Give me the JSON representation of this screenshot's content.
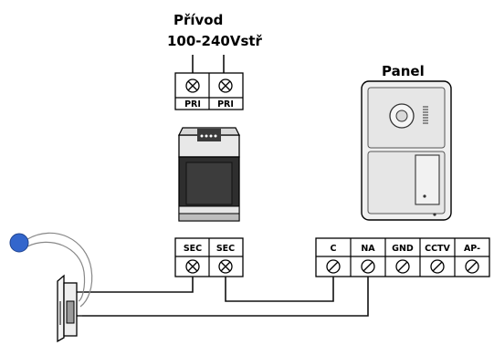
{
  "power_input": {
    "title_line1": "Přívod",
    "title_line2": "100-240Vstř",
    "terminals": [
      "PRI",
      "PRI"
    ]
  },
  "power_supply": {
    "output_terminals": [
      "SEC",
      "SEC"
    ]
  },
  "panel": {
    "title": "Panel",
    "terminals": [
      "C",
      "NA",
      "GND",
      "CCTV",
      "AP-"
    ]
  },
  "colors": {
    "line": "#000000",
    "device_fill": "#f0f0f0",
    "device_dark": "#2e2e2e",
    "button_blue": "#3366cc"
  }
}
